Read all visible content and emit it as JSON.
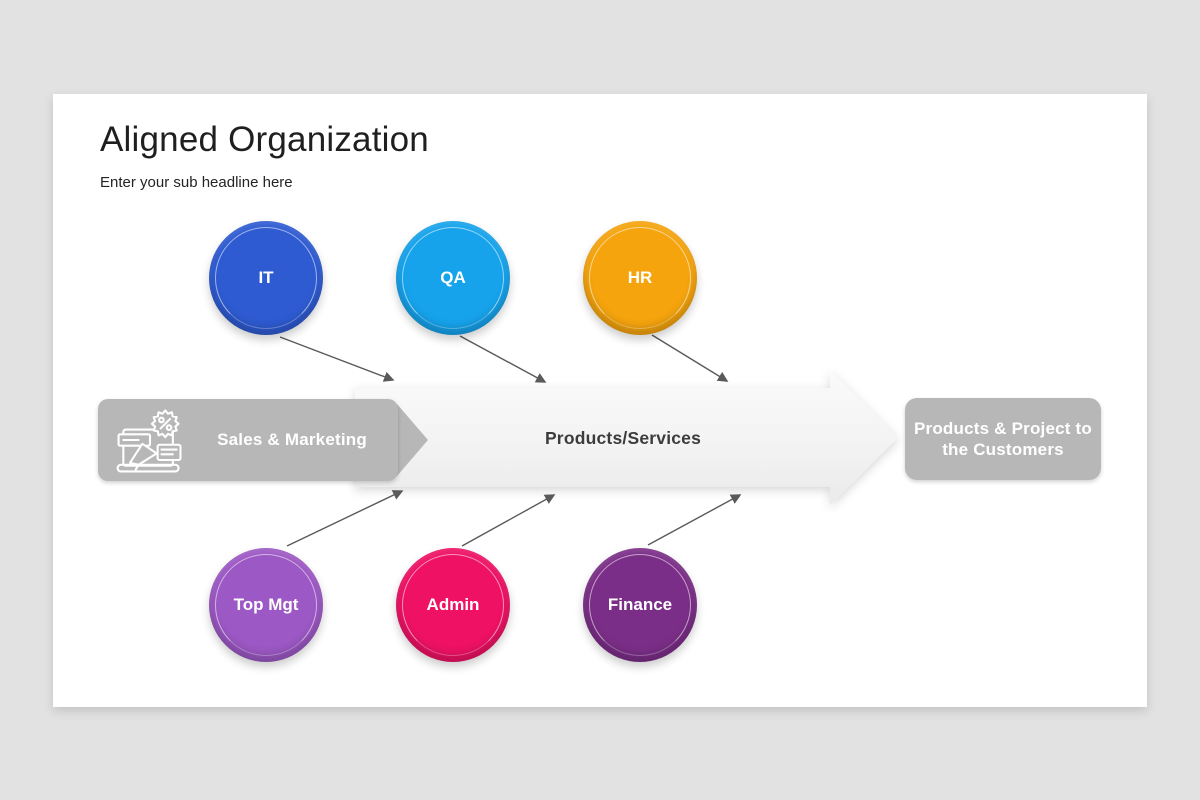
{
  "slide": {
    "title": "Aligned Organization",
    "subtitle": "Enter your sub headline here"
  },
  "flow": {
    "input": {
      "label": "Sales & Marketing",
      "icon": "marketing-megaphone-promo-icon",
      "color": "#B7B7B7",
      "text_color": "#FFFFFF"
    },
    "pipeline": {
      "label": "Products/Services",
      "color": "#F4F4F4",
      "text_color": "#3C3C3C"
    },
    "output": {
      "label": "Products & Project to the Customers",
      "color": "#B7B7B7",
      "text_color": "#FFFFFF"
    }
  },
  "departments": {
    "top": [
      {
        "label": "IT",
        "color": "#2E5BD2"
      },
      {
        "label": "QA",
        "color": "#16A3EC"
      },
      {
        "label": "HR",
        "color": "#F5A40D"
      }
    ],
    "bottom": [
      {
        "label": "Top Mgt",
        "color": "#9C58C4"
      },
      {
        "label": "Admin",
        "color": "#EE1164"
      },
      {
        "label": "Finance",
        "color": "#7B2E87"
      }
    ]
  },
  "colors": {
    "page_bg": "#E2E2E2",
    "card_bg": "#FFFFFF",
    "connector": "#5A5A5A",
    "circle_text": "#FFFFFF"
  }
}
